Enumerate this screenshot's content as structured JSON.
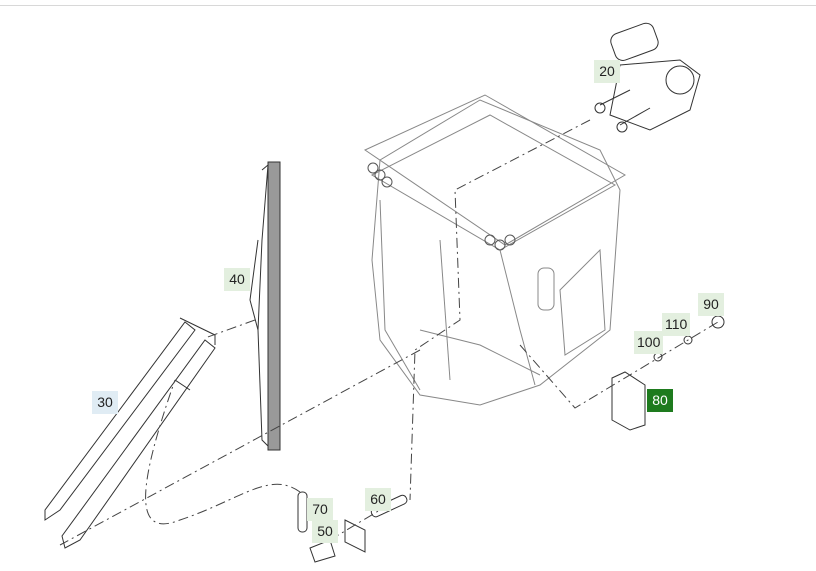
{
  "diagram": {
    "callouts": [
      {
        "id": "20",
        "label": "20",
        "style": "default"
      },
      {
        "id": "40",
        "label": "40",
        "style": "default"
      },
      {
        "id": "30",
        "label": "30",
        "style": "highlighted"
      },
      {
        "id": "90",
        "label": "90",
        "style": "default"
      },
      {
        "id": "110",
        "label": "110",
        "style": "default"
      },
      {
        "id": "100",
        "label": "100",
        "style": "default"
      },
      {
        "id": "80",
        "label": "80",
        "style": "selected"
      },
      {
        "id": "70",
        "label": "70",
        "style": "default"
      },
      {
        "id": "50",
        "label": "50",
        "style": "default"
      },
      {
        "id": "60",
        "label": "60",
        "style": "default"
      }
    ],
    "colors": {
      "callout_bg": "#e3efdf",
      "callout_highlight": "#e0ecf4",
      "callout_selected": "#1e7b1e",
      "line": "#333333"
    }
  }
}
